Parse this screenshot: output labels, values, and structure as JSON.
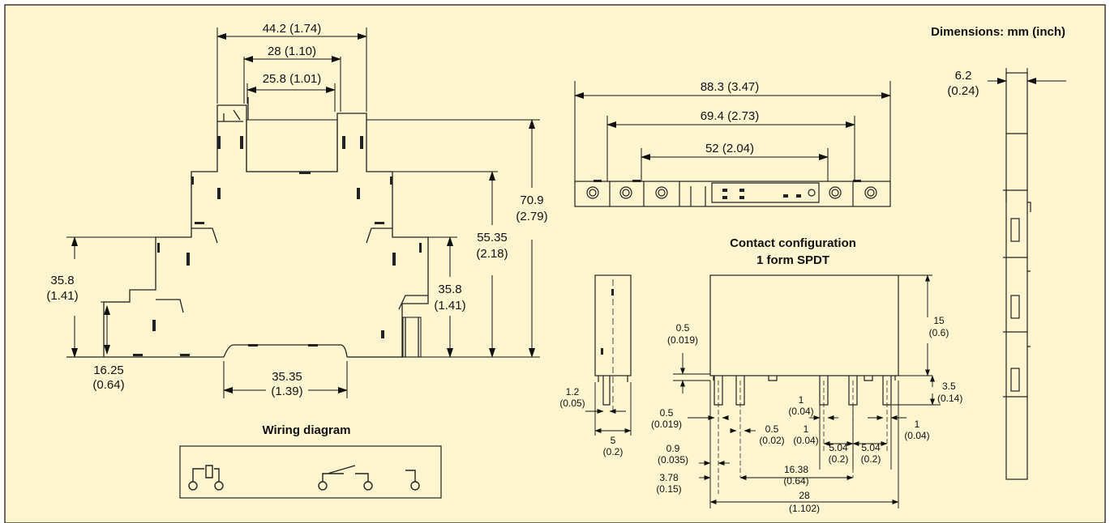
{
  "colors": {
    "background": "#fdf5cf",
    "frame": "#3a3a3a",
    "line": "#222222"
  },
  "header": {
    "units_note": "Dimensions: mm (inch)"
  },
  "socket_front": {
    "width_overall": [
      "44.2 (1.74)"
    ],
    "width_inner": [
      "28 (1.10)"
    ],
    "width_relay": [
      "25.8 (1.01)"
    ],
    "height_overall": [
      "70.9",
      "(2.79)"
    ],
    "height_mid": [
      "55.35",
      "(2.18)"
    ],
    "height_right": [
      "35.8",
      "(1.41)"
    ],
    "height_left": [
      "35.8",
      "(1.41)"
    ],
    "height_foot": [
      "16.25",
      "(0.64)"
    ],
    "rail_width": [
      "35.35",
      "(1.39)"
    ]
  },
  "socket_top": {
    "length_overall": [
      "88.3 (3.47)"
    ],
    "length_mid": [
      "69.4 (2.73)"
    ],
    "length_inner": [
      "52 (2.04)"
    ]
  },
  "socket_side": {
    "thickness": [
      "6.2",
      "(0.24)"
    ]
  },
  "wiring": {
    "title": "Wiring diagram"
  },
  "relay": {
    "title": [
      "Contact configuration",
      "1 form SPDT"
    ],
    "height": [
      "15",
      "(0.6)"
    ],
    "pin_length": [
      "3.5",
      "(0.14)"
    ],
    "pin_gap": [
      "0.5",
      "(0.019)"
    ],
    "pin_width_side": [
      "1.2",
      "(0.05)"
    ],
    "body_depth": [
      "5",
      "(0.2)"
    ],
    "pin_thickness": [
      "0.5",
      "(0.019)"
    ],
    "pin_thickness_2": [
      "0.5",
      "(0.02)"
    ],
    "pin_width_1": [
      "1",
      "(0.04)"
    ],
    "pin_width_2": [
      "1",
      "(0.04)"
    ],
    "pin_width_3": [
      "1",
      "(0.04)"
    ],
    "pin_pitch_1": [
      "5.04",
      "(0.2)"
    ],
    "pin_pitch_2": [
      "5.04",
      "(0.2)"
    ],
    "edge_offset": [
      "0.9",
      "(0.035)"
    ],
    "first_pin_offset": [
      "3.78",
      "(0.15)"
    ],
    "pin_span": [
      "16.38",
      "(0.64)"
    ],
    "length": [
      "28",
      "(1.102)"
    ]
  }
}
